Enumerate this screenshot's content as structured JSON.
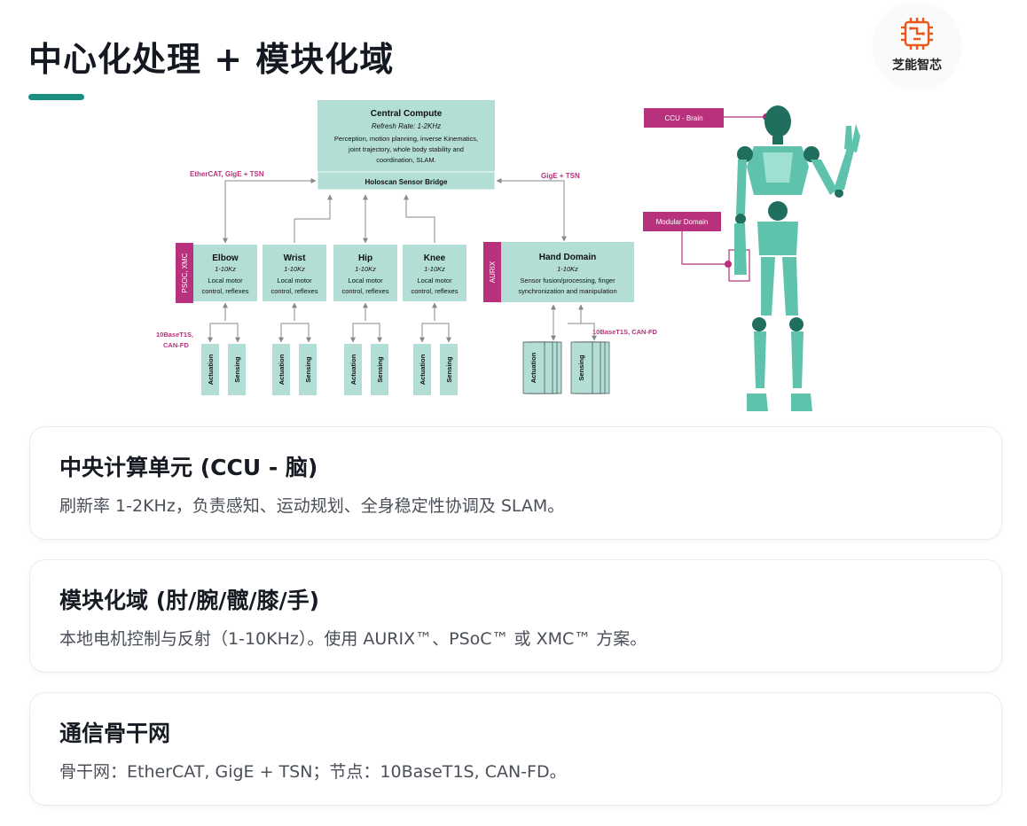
{
  "page": {
    "title": "中心化处理 + 模块化域"
  },
  "logo": {
    "text": "芝能智芯",
    "icon": "chip-icon",
    "color": "#e8581c"
  },
  "colors": {
    "accent": "#1a8f80",
    "box": "#b3ded5",
    "magenta": "#b8317c",
    "robot": "#5fc2ad",
    "robot_dark": "#1f6e5e"
  },
  "diagram": {
    "central": {
      "title": "Central Compute",
      "rate": "Refresh Rate: 1-2KHz",
      "desc": [
        "Perception, motion planning, inverse Kinematics,",
        "joint trajectory, whole body stability and",
        "coordination, SLAM."
      ],
      "bridge": "Holoscan Sensor Bridge"
    },
    "link_left": "EtherCAT, GigE + TSN",
    "link_right": "GigE + TSN",
    "side_left": "PSOC, XMC",
    "side_right": "AURIX",
    "domains": [
      {
        "name": "Elbow",
        "rate": "1-10Kz",
        "desc1": "Local motor",
        "desc2": "control, reflexes"
      },
      {
        "name": "Wrist",
        "rate": "1-10Kz",
        "desc1": "Local motor",
        "desc2": "control, reflexes"
      },
      {
        "name": "Hip",
        "rate": "1-10Kz",
        "desc1": "Local motor",
        "desc2": "control, reflexes"
      },
      {
        "name": "Knee",
        "rate": "1-10Kz",
        "desc1": "Local motor",
        "desc2": "control, reflexes"
      }
    ],
    "hand": {
      "name": "Hand Domain",
      "rate": "1-10Kz",
      "desc1": "Sensor fusion/processing, finger",
      "desc2": "synchronization and manipulation"
    },
    "node_left": [
      "10BaseT1S,",
      "CAN-FD"
    ],
    "node_right": "10BaseT1S, CAN-FD",
    "actuation": "Actuation",
    "sensing": "Sensing",
    "ccu_label": "CCU - Brain",
    "modular_label": "Modular Domain"
  },
  "cards": [
    {
      "title": "中央计算单元 (CCU - 脑)",
      "desc": "刷新率 1-2KHz，负责感知、运动规划、全身稳定性协调及 SLAM。"
    },
    {
      "title": "模块化域 (肘/腕/髋/膝/手)",
      "desc": "本地电机控制与反射（1-10KHz）。使用 AURIX™、PSoC™ 或 XMC™ 方案。"
    },
    {
      "title": "通信骨干网",
      "desc": "骨干网：EtherCAT, GigE + TSN；节点：10BaseT1S, CAN-FD。"
    }
  ]
}
